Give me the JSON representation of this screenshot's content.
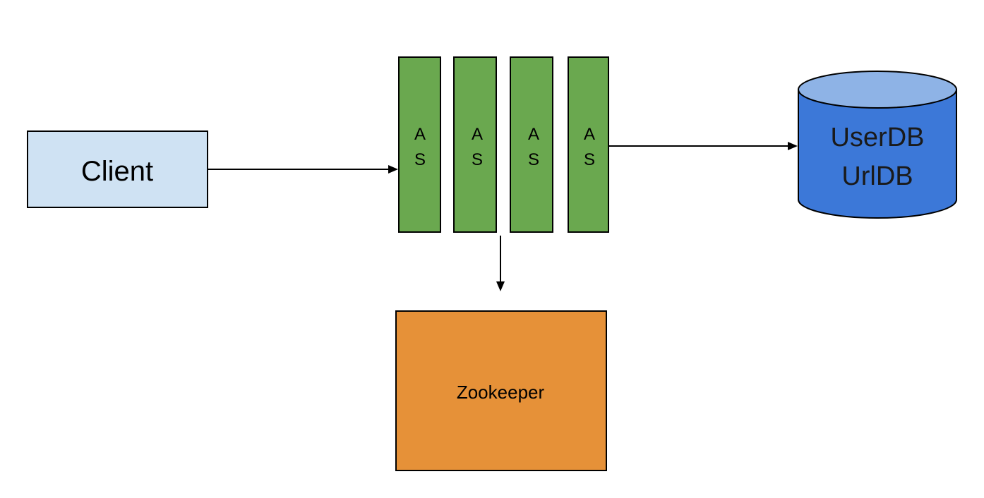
{
  "nodes": {
    "client": {
      "label": "Client",
      "color": "#cfe2f3"
    },
    "app_servers": {
      "color": "#6aa84f",
      "items": [
        {
          "line1": "A",
          "line2": "S"
        },
        {
          "line1": "A",
          "line2": "S"
        },
        {
          "line1": "A",
          "line2": "S"
        },
        {
          "line1": "A",
          "line2": "S"
        }
      ]
    },
    "database": {
      "lines": [
        "UserDB",
        "UrlDB"
      ],
      "body_color": "#3c78d8",
      "top_color": "#8eb3e6"
    },
    "zookeeper": {
      "label": "Zookeeper",
      "color": "#e69138"
    }
  },
  "edges": [
    {
      "from": "client",
      "to": "app_servers"
    },
    {
      "from": "app_servers",
      "to": "database"
    },
    {
      "from": "app_servers",
      "to": "zookeeper"
    }
  ]
}
